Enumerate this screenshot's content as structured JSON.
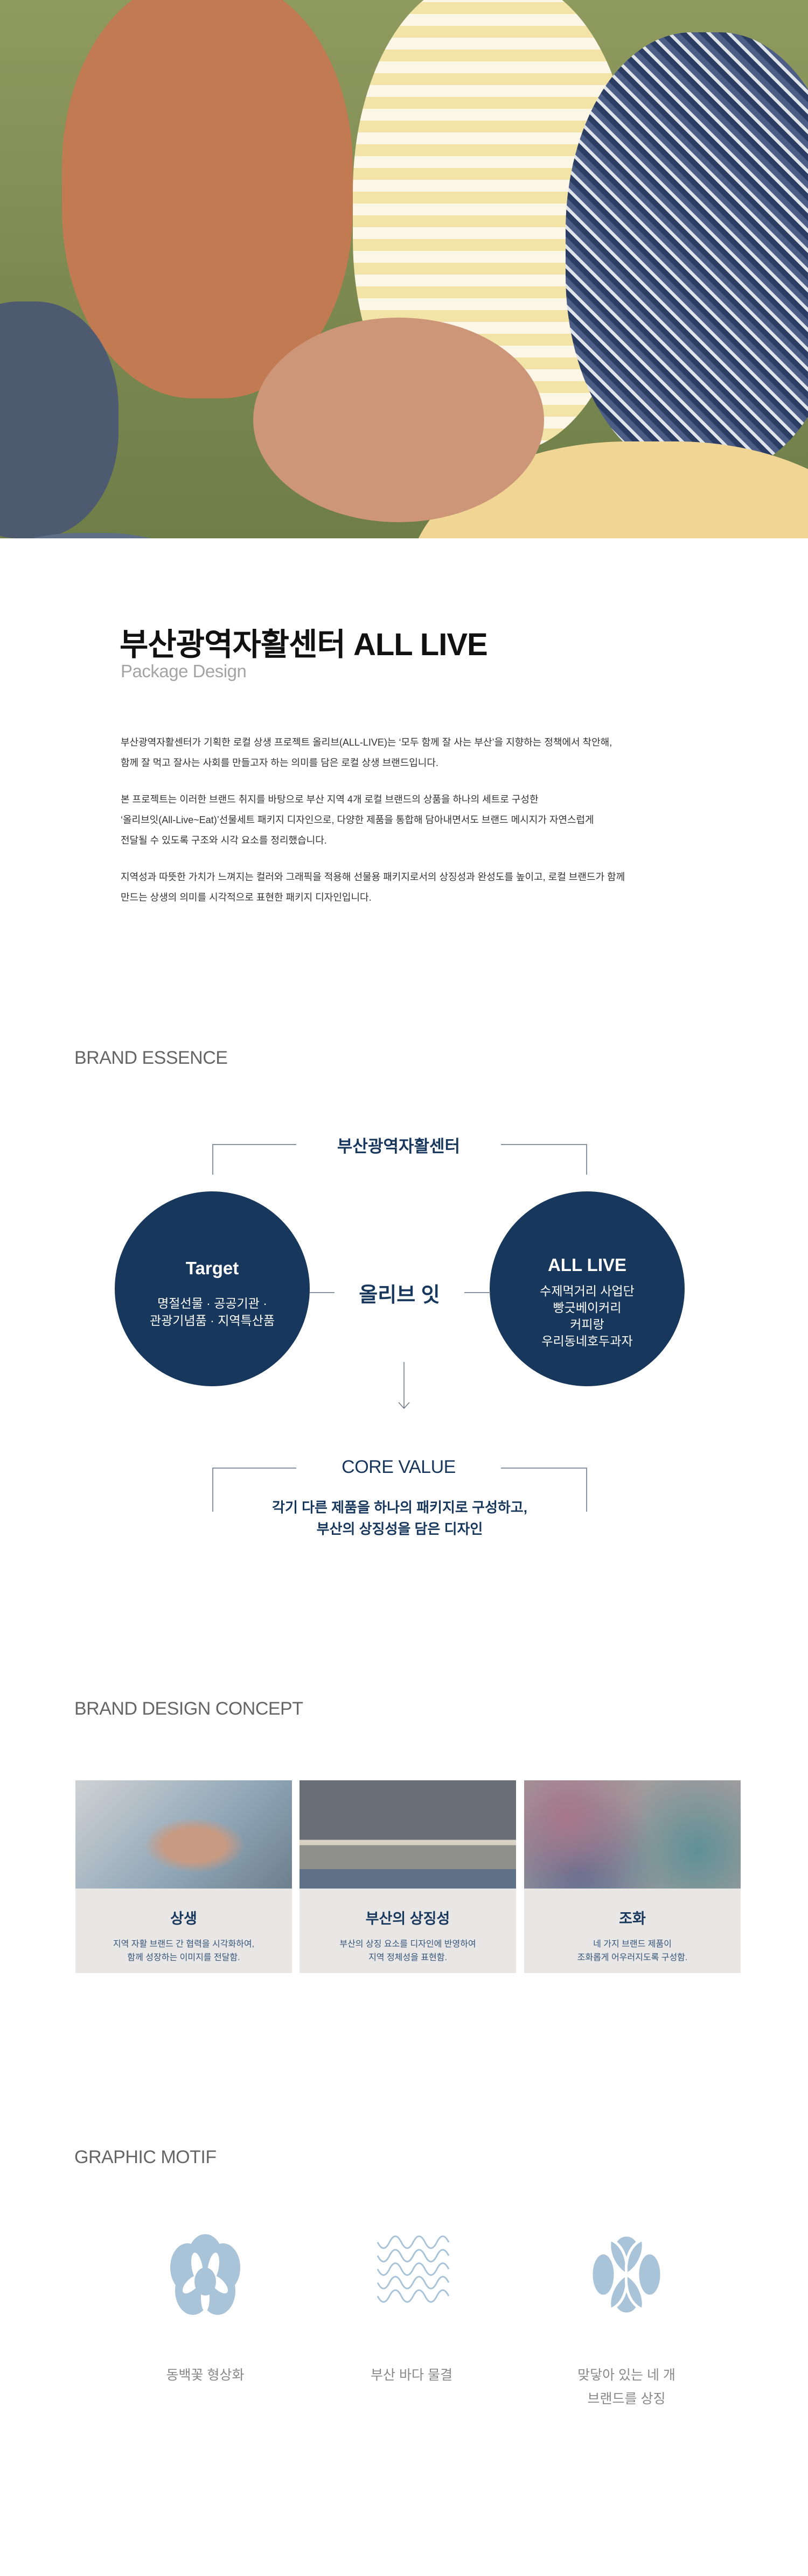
{
  "intro": {
    "title": "부산광역자활센터 ALL LIVE",
    "subtitle": "Package Design",
    "paragraphs": [
      [
        "부산광역자활센터가 기획한 로컬 상생 프로젝트 올리브(ALL-LIVE)는 ‘모두 함께 잘 사는 부산’을 지향하는 정책에서 착안해,",
        "함께 잘 먹고 잘사는 사회를 만들고자 하는 의미를 담은 로컬 상생 브랜드입니다."
      ],
      [
        "본 프로젝트는 이러한 브랜드 취지를 바탕으로 부산 지역 4개 로컬 브랜드의 상품을 하나의 세트로 구성한",
        "‘올리브잇(All-Live~Eat)’선물세트 패키지 디자인으로, 다양한 제품을 통합해 담아내면서도 브랜드 메시지가 자연스럽게",
        "전달될 수 있도록 구조와 시각 요소를 정리했습니다."
      ],
      [
        "지역성과 따뜻한 가치가 느껴지는 컬러와 그래픽을 적용해 선물용 패키지로서의 상징성과 완성도를 높이고, 로컬 브랜드가 함께",
        "만드는 상생의 의미를 시각적으로 표현한 패키지 디자인입니다."
      ]
    ]
  },
  "essence": {
    "heading": "BRAND ESSENCE",
    "top_label": "부산광역자활센터",
    "center_label": "올리브 잇",
    "left": {
      "title": "Target",
      "lines": [
        "명절선물 · 공공기관 ·",
        "관광기념품 · 지역특산품"
      ]
    },
    "right": {
      "title": "ALL LIVE",
      "lines": [
        "수제먹거리 사업단",
        "빵긋베이커리",
        "커피랑",
        "우리동네호두과자"
      ]
    },
    "core_label": "CORE VALUE",
    "core_lines": [
      "각기 다른 제품을 하나의 패키지로 구성하고,",
      "부산의 상징성을 담은 디자인"
    ]
  },
  "concept": {
    "heading": "BRAND DESIGN CONCEPT",
    "cards": [
      {
        "title": "상생",
        "lines": [
          "지역 자활 브랜드 간 협력을 시각화하여,",
          "함께 성장하는 이미지를 전달함."
        ]
      },
      {
        "title": "부산의 상징성",
        "lines": [
          "부산의 상징 요소를 디자인에 반영하여",
          "지역 정체성을 표현함."
        ]
      },
      {
        "title": "조화",
        "lines": [
          "네 가지 브랜드 제품이",
          "조화롭게 어우러지도록 구성함."
        ]
      }
    ]
  },
  "motif": {
    "heading": "GRAPHIC MOTIF",
    "items": [
      {
        "icon": "camellia-flower-icon",
        "lines": [
          "동백꽃 형상화"
        ]
      },
      {
        "icon": "wave-icon",
        "lines": [
          "부산 바다 물결"
        ]
      },
      {
        "icon": "four-petal-icon",
        "lines": [
          "맞닿아 있는 네 개",
          "브랜드를 상징"
        ]
      }
    ]
  },
  "colors": {
    "navy": "#18375c",
    "motif": "#a9c4d8",
    "card_bg": "#e8e7e5"
  }
}
